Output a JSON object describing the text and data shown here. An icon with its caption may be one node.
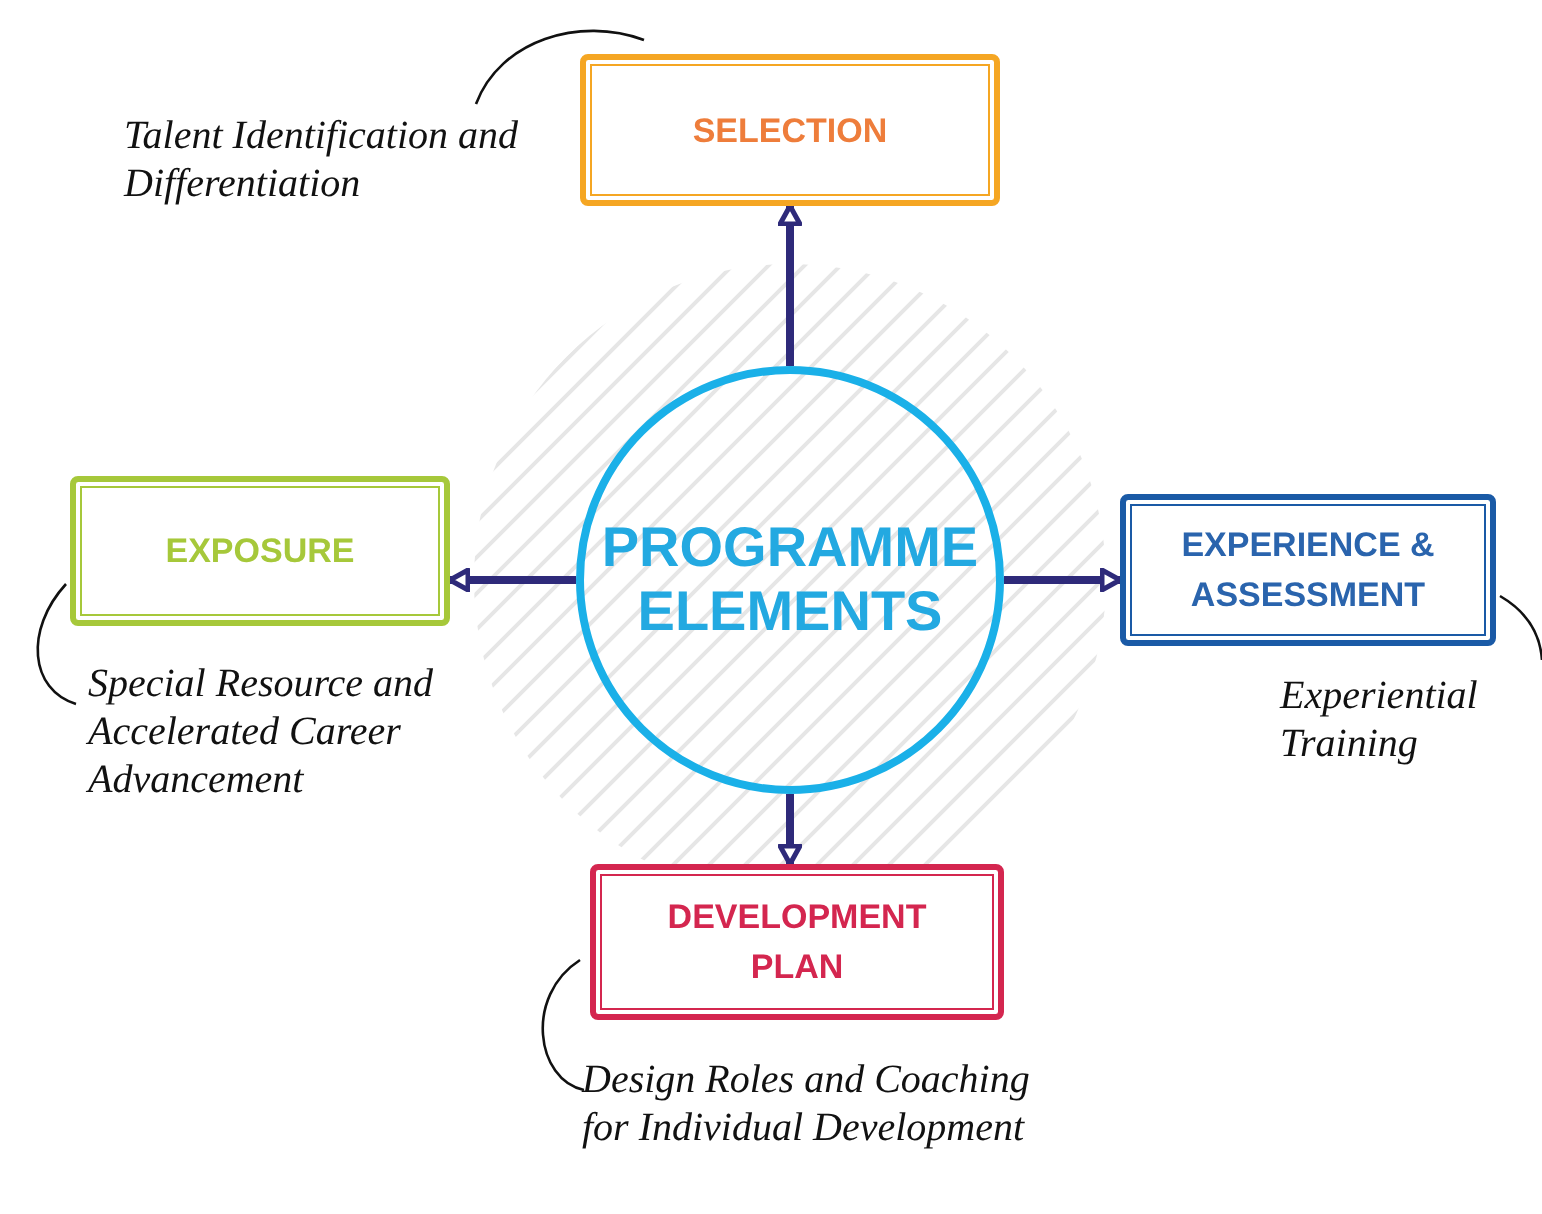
{
  "diagram": {
    "nodes": [
      {
        "text": [
          "PROGRAMME ELEMENTS"
        ]
      },
      {
        "text": [
          "SELECTION"
        ],
        "beside": [
          "Talent Identification and Differentiation"
        ]
      },
      {
        "text": [
          "EXPOSURE"
        ],
        "beside": [
          "Special Resource and Accelerated Career Advancement"
        ]
      },
      {
        "text": [
          "EXPERIENCE & ASSESSMENT"
        ],
        "beside": [
          "Experiential Training"
        ]
      },
      {
        "text": [
          "DEVELOPMENT PLAN"
        ],
        "beside": [
          "Design Roles and Coaching for Individual Development"
        ]
      }
    ],
    "edges": [
      {
        "from": 0,
        "to": 1,
        "arrow": "to"
      },
      {
        "from": 0,
        "to": 2,
        "arrow": "to"
      },
      {
        "from": 0,
        "to": 3,
        "arrow": "to"
      },
      {
        "from": 0,
        "to": 4,
        "arrow": "to"
      }
    ]
  }
}
